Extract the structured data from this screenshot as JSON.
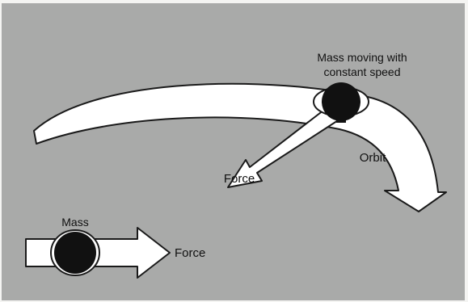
{
  "labels": {
    "mass_moving": [
      "Mass moving with",
      "constant speed"
    ],
    "orbit": "Orbit",
    "force_circular": "Force",
    "mass": "Mass",
    "force_linear": "Force"
  },
  "colors": {
    "page_background": "#f4f4f2",
    "panel": "#a9aaa9",
    "arrow_fill": "#ffffff",
    "arrow_stroke": "#1a1a1a",
    "mass": "#111111",
    "text": "#111111"
  },
  "icons": {
    "orbit_arrow": "curved-orbit-arrow-icon",
    "central_force_arrow": "force-arrow-icon",
    "linear_force_arrow": "force-arrow-icon",
    "mass_ball": "mass-ball-icon"
  }
}
